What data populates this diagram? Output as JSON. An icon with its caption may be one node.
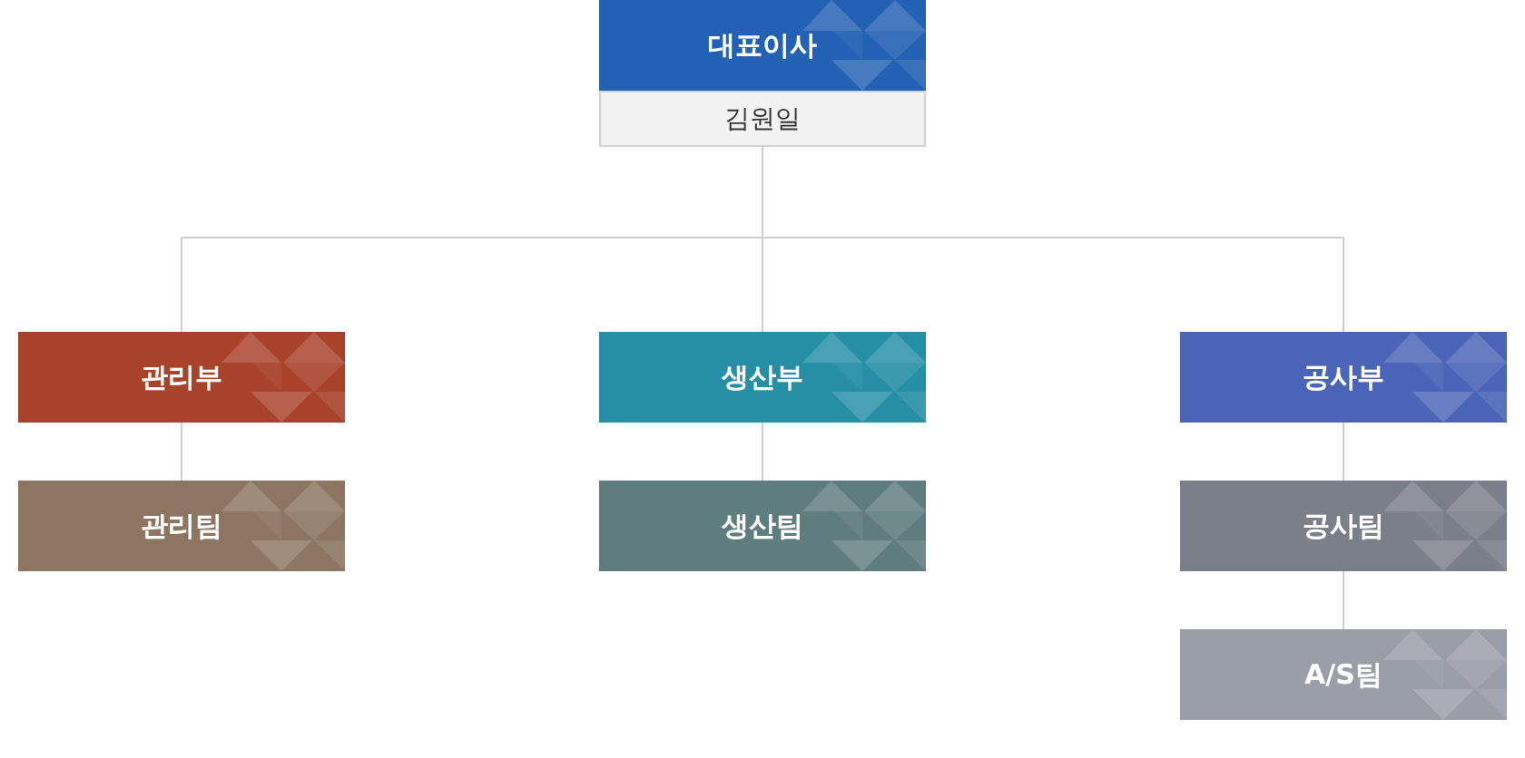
{
  "diagram": {
    "nodes": [
      {
        "text": [
          "대표이사",
          "김원일"
        ]
      },
      {
        "text": [
          "관리부"
        ]
      },
      {
        "text": [
          "생산부"
        ]
      },
      {
        "text": [
          "공사부"
        ]
      },
      {
        "text": [
          "관리팀"
        ]
      },
      {
        "text": [
          "생산팀"
        ]
      },
      {
        "text": [
          "공사팀"
        ]
      },
      {
        "text": [
          "A/S팀"
        ]
      }
    ],
    "edges": [
      {
        "from": 0,
        "to": 1,
        "arrow": "none"
      },
      {
        "from": 0,
        "to": 2,
        "arrow": "none"
      },
      {
        "from": 0,
        "to": 3,
        "arrow": "none"
      },
      {
        "from": 1,
        "to": 4,
        "arrow": "none"
      },
      {
        "from": 2,
        "to": 5,
        "arrow": "none"
      },
      {
        "from": 3,
        "to": 6,
        "arrow": "none"
      },
      {
        "from": 6,
        "to": 7,
        "arrow": "none"
      }
    ]
  }
}
